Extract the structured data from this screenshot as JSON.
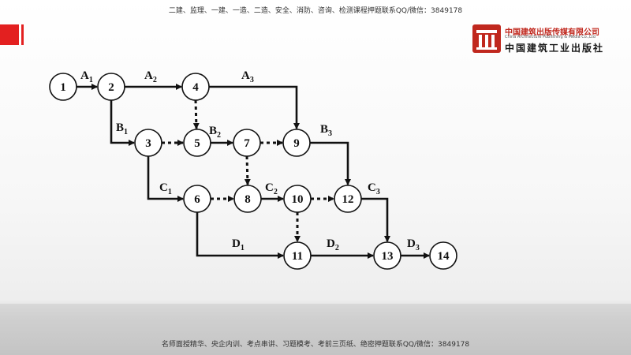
{
  "header": {
    "banner": "二建、监理、一建、一造、二造、安全、消防、咨询、检测课程押题联系QQ/微信：3849178"
  },
  "footer": {
    "banner": "名师面授精华、央企内训、考点串讲、习题模考、考前三页纸、绝密押题联系QQ/微信：3849178"
  },
  "logo": {
    "name_cn": "中国建筑出版传媒有限公司",
    "name_en": "China Architecture Publishing & Media Co.,Ltd",
    "calligraphy": "中国建筑工业出版社",
    "brand_color": "#c0281e"
  },
  "network": {
    "nodes": [
      {
        "id": "n1",
        "label": "1"
      },
      {
        "id": "n2",
        "label": "2"
      },
      {
        "id": "n3",
        "label": "3"
      },
      {
        "id": "n4",
        "label": "4"
      },
      {
        "id": "n5",
        "label": "5"
      },
      {
        "id": "n6",
        "label": "6"
      },
      {
        "id": "n7",
        "label": "7"
      },
      {
        "id": "n8",
        "label": "8"
      },
      {
        "id": "n9",
        "label": "9"
      },
      {
        "id": "n10",
        "label": "10"
      },
      {
        "id": "n11",
        "label": "11"
      },
      {
        "id": "n12",
        "label": "12"
      },
      {
        "id": "n13",
        "label": "13"
      },
      {
        "id": "n14",
        "label": "14"
      }
    ],
    "activities": [
      {
        "from": "1",
        "to": "2",
        "name": "A",
        "sub": "1"
      },
      {
        "from": "2",
        "to": "4",
        "name": "A",
        "sub": "2"
      },
      {
        "from": "4",
        "to": "9",
        "name": "A",
        "sub": "3"
      },
      {
        "from": "2",
        "to": "3",
        "name": "B",
        "sub": "1"
      },
      {
        "from": "5",
        "to": "7",
        "name": "B",
        "sub": "2"
      },
      {
        "from": "9",
        "to": "12",
        "name": "B",
        "sub": "3"
      },
      {
        "from": "3",
        "to": "6",
        "name": "C",
        "sub": "1"
      },
      {
        "from": "8",
        "to": "10",
        "name": "C",
        "sub": "2"
      },
      {
        "from": "12",
        "to": "13",
        "name": "C",
        "sub": "3"
      },
      {
        "from": "6",
        "to": "11",
        "name": "D",
        "sub": "1"
      },
      {
        "from": "11",
        "to": "13",
        "name": "D",
        "sub": "2"
      },
      {
        "from": "13",
        "to": "14",
        "name": "D",
        "sub": "3"
      }
    ],
    "dummies": [
      {
        "from": "4",
        "to": "5"
      },
      {
        "from": "3",
        "to": "5"
      },
      {
        "from": "7",
        "to": "9"
      },
      {
        "from": "7",
        "to": "8"
      },
      {
        "from": "6",
        "to": "8"
      },
      {
        "from": "10",
        "to": "12"
      },
      {
        "from": "10",
        "to": "11"
      }
    ]
  }
}
